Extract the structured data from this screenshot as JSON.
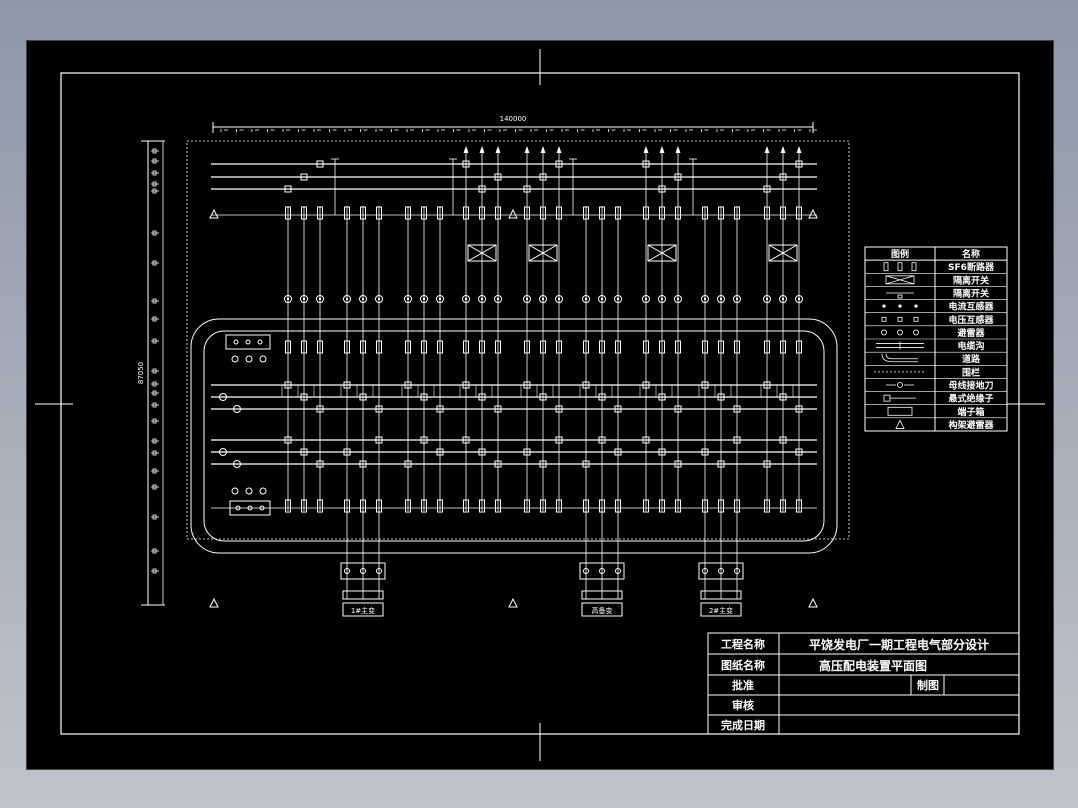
{
  "dimensions": {
    "width_label": "140000",
    "height_label": "87050"
  },
  "transformer_labels": [
    "1#主变",
    "高备变",
    "2#主变"
  ],
  "legend": {
    "headers": [
      "图例",
      "名称"
    ],
    "items": [
      {
        "symbol": "breaker",
        "name": "SF6断路器"
      },
      {
        "symbol": "disconnector-x",
        "name": "隔离开关"
      },
      {
        "symbol": "disconnector-h",
        "name": "隔离开关"
      },
      {
        "symbol": "current-transformer",
        "name": "电流互感器"
      },
      {
        "symbol": "voltage-transformer",
        "name": "电压互感器"
      },
      {
        "symbol": "arrester",
        "name": "避雷器"
      },
      {
        "symbol": "cable-trench",
        "name": "电缆沟"
      },
      {
        "symbol": "road",
        "name": "道路"
      },
      {
        "symbol": "fence",
        "name": "围栏"
      },
      {
        "symbol": "bus-grounding-switch",
        "name": "母线接地刀"
      },
      {
        "symbol": "suspension-insulator",
        "name": "悬式绝缘子"
      },
      {
        "symbol": "terminal-box",
        "name": "端子箱"
      },
      {
        "symbol": "lightning-rod",
        "name": "构架避雷器"
      }
    ]
  },
  "title_block": {
    "project_label": "工程名称",
    "project_value": "平饶发电厂一期工程电气部分设计",
    "drawing_label": "图纸名称",
    "drawing_value": "高压配电装置平面图",
    "approve_label": "批准",
    "draw_label": "制图",
    "review_label": "审核",
    "date_label": "完成日期"
  },
  "colors": {
    "background": "#000000",
    "line": "#ffffff",
    "frame_outer": "#8d97a8"
  }
}
